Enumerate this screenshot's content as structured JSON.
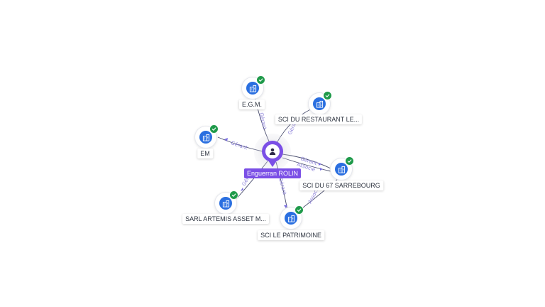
{
  "center": {
    "name": "Enguerran ROLIN",
    "icon": "person-icon",
    "color": "#7b4fe6"
  },
  "companies": [
    {
      "id": "egm",
      "name": "E.G.M.",
      "icon": "building-icon",
      "verified": true
    },
    {
      "id": "sci-restaurant",
      "name": "SCI DU RESTAURANT LE...",
      "icon": "building-icon",
      "verified": true
    },
    {
      "id": "em",
      "name": "EM",
      "icon": "building-icon",
      "verified": true
    },
    {
      "id": "sci-sarrebourg",
      "name": "SCI DU 67 SARREBOURG",
      "icon": "building-icon",
      "verified": true
    },
    {
      "id": "sarl-artemis",
      "name": "SARL ARTEMIS ASSET M...",
      "icon": "building-icon",
      "verified": true
    },
    {
      "id": "sci-patrimoine",
      "name": "SCI LE PATRIMOINE",
      "icon": "building-icon",
      "verified": true
    }
  ],
  "edges": [
    {
      "to": "egm",
      "role": "Gérant"
    },
    {
      "to": "sci-restaurant",
      "role": "Gérant"
    },
    {
      "to": "em",
      "role": "Gérant"
    },
    {
      "to": "sci-sarrebourg",
      "role": "Gérant"
    },
    {
      "to": "sci-sarrebourg",
      "role": "Associé"
    },
    {
      "to": "sarl-artemis",
      "role": "Gérant"
    },
    {
      "to": "sci-patrimoine",
      "role": "Gérant"
    },
    {
      "to": "sci-patrimoine",
      "role": "Associé"
    }
  ],
  "colors": {
    "company_node": "#2a6fe0",
    "verified_badge": "#1f9a4a",
    "edge": "#4a4e6e",
    "edge_label": "#8a7fd8"
  }
}
